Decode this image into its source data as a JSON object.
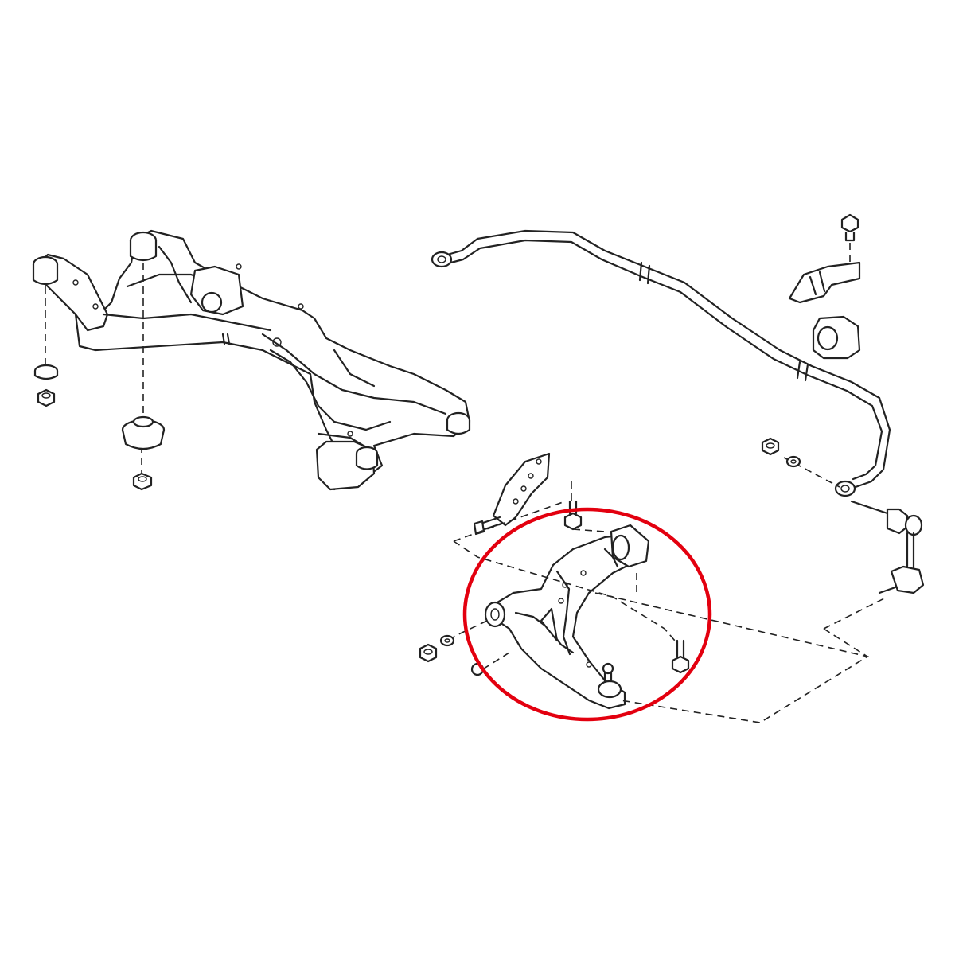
{
  "diagram": {
    "parts": [
      "front-subframe-crossmember",
      "subframe-mount-bushing",
      "stabilizer-bar",
      "stabilizer-bar-bushing",
      "stabilizer-bar-bracket",
      "stabilizer-link",
      "lower-control-arm",
      "ball-joint",
      "tension-rod"
    ],
    "highlighted_part": "lower-control-arm",
    "colors": {
      "line": "#222222",
      "background": "#ffffff",
      "highlight": "#e3000f"
    }
  }
}
